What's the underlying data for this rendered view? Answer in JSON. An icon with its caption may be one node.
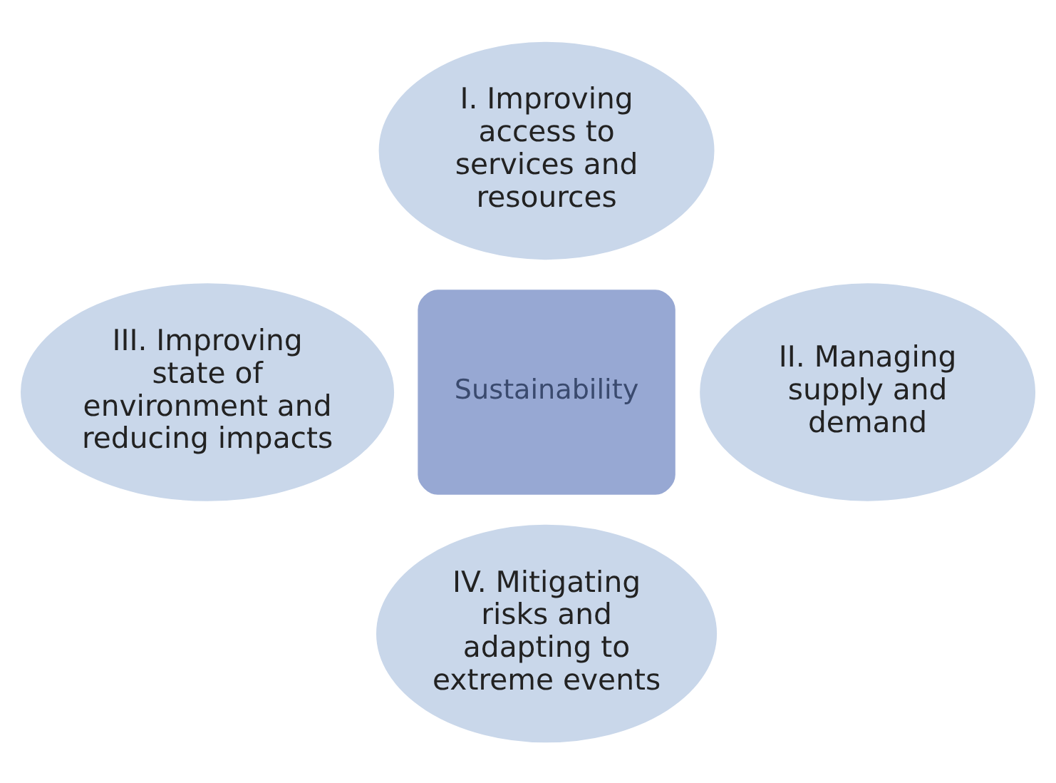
{
  "diagram": {
    "nodes": [
      {
        "text": [
          "I. Improving access to services and resources"
        ]
      },
      {
        "text": [
          "III. Improving state of environment and reducing impacts"
        ]
      },
      {
        "text": [
          "Sustainability"
        ]
      },
      {
        "text": [
          "II. Managing supply and demand"
        ]
      },
      {
        "text": [
          "IV. Mitigating risks and adapting to extreme events"
        ]
      }
    ]
  }
}
